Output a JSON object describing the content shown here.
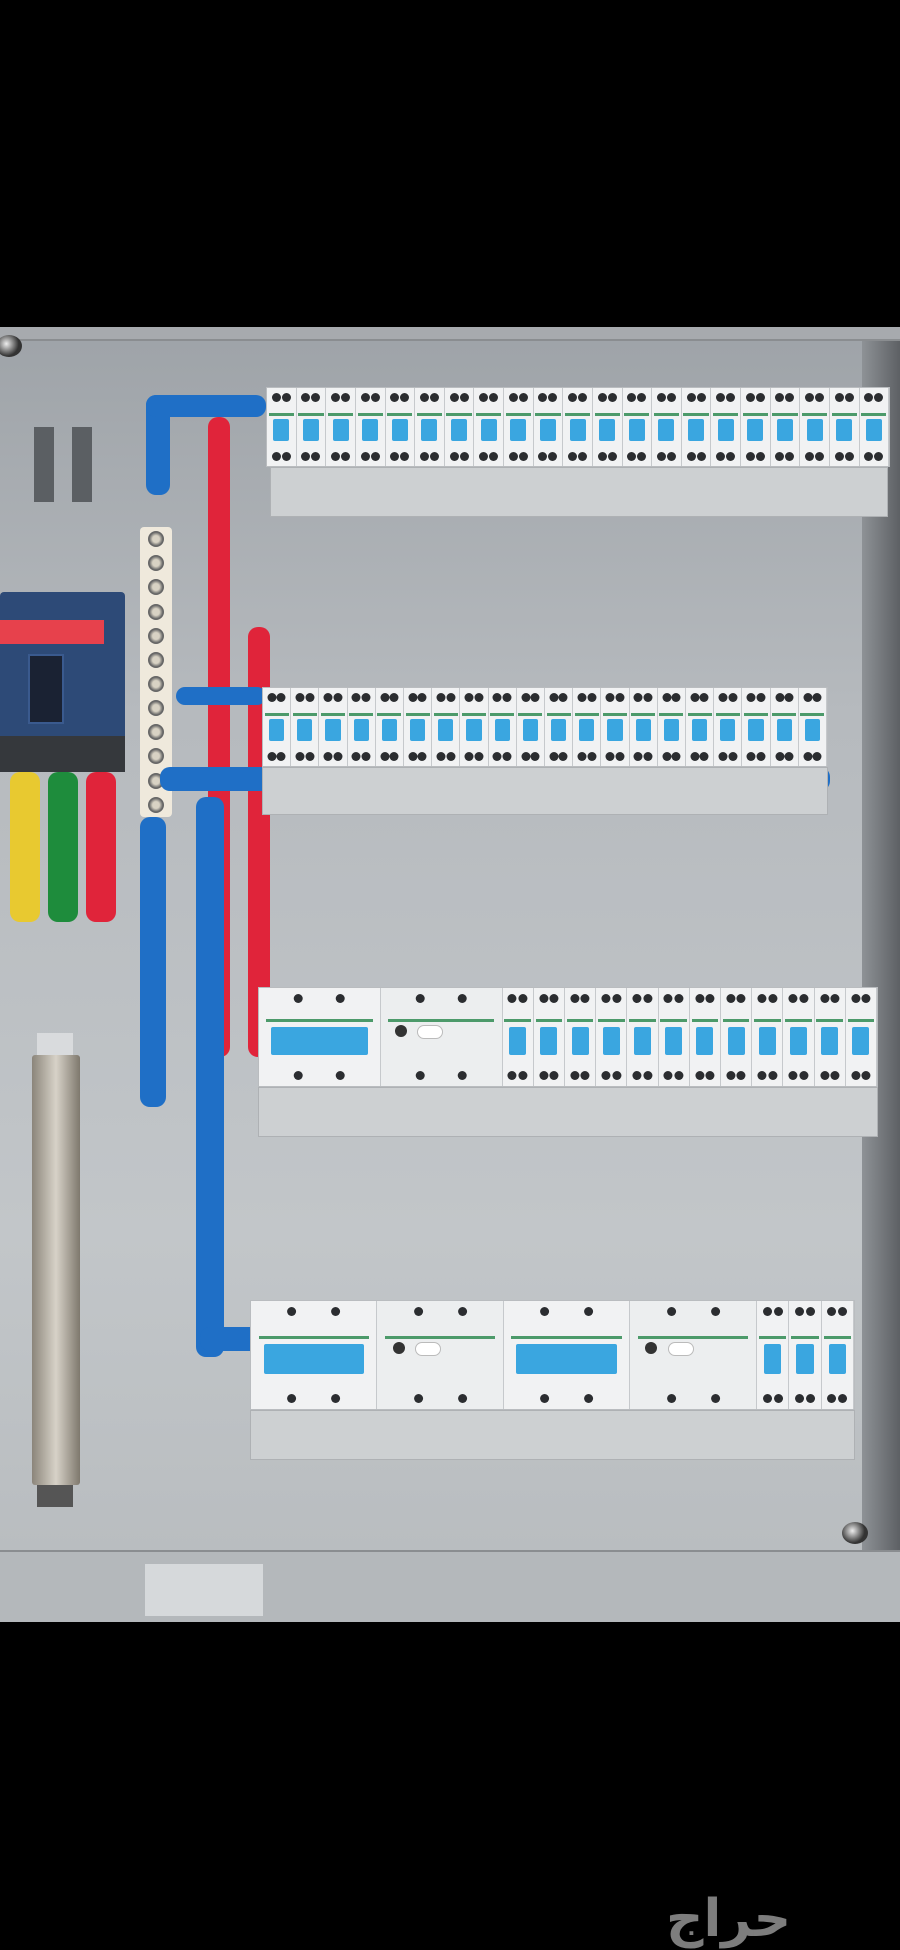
{
  "photo": {
    "subject": "electrical distribution panel",
    "colors": {
      "panel": "#b8bcbf",
      "wire_blue": "#1f6fc6",
      "wire_red": "#e0243a",
      "wire_yellow": "#e8c930",
      "wire_green": "#1e8c3c",
      "breaker_toggle": "#3aa6e0",
      "mccb_body": "#2d4a77",
      "mccb_label": "#e7414c"
    },
    "breaker_rows": [
      {
        "row": 1,
        "modules": 21
      },
      {
        "row": 2,
        "modules": 20
      },
      {
        "row": 3,
        "modules": 19
      },
      {
        "row": 4,
        "modules": 18
      }
    ]
  },
  "watermark": {
    "text": "حراج"
  }
}
